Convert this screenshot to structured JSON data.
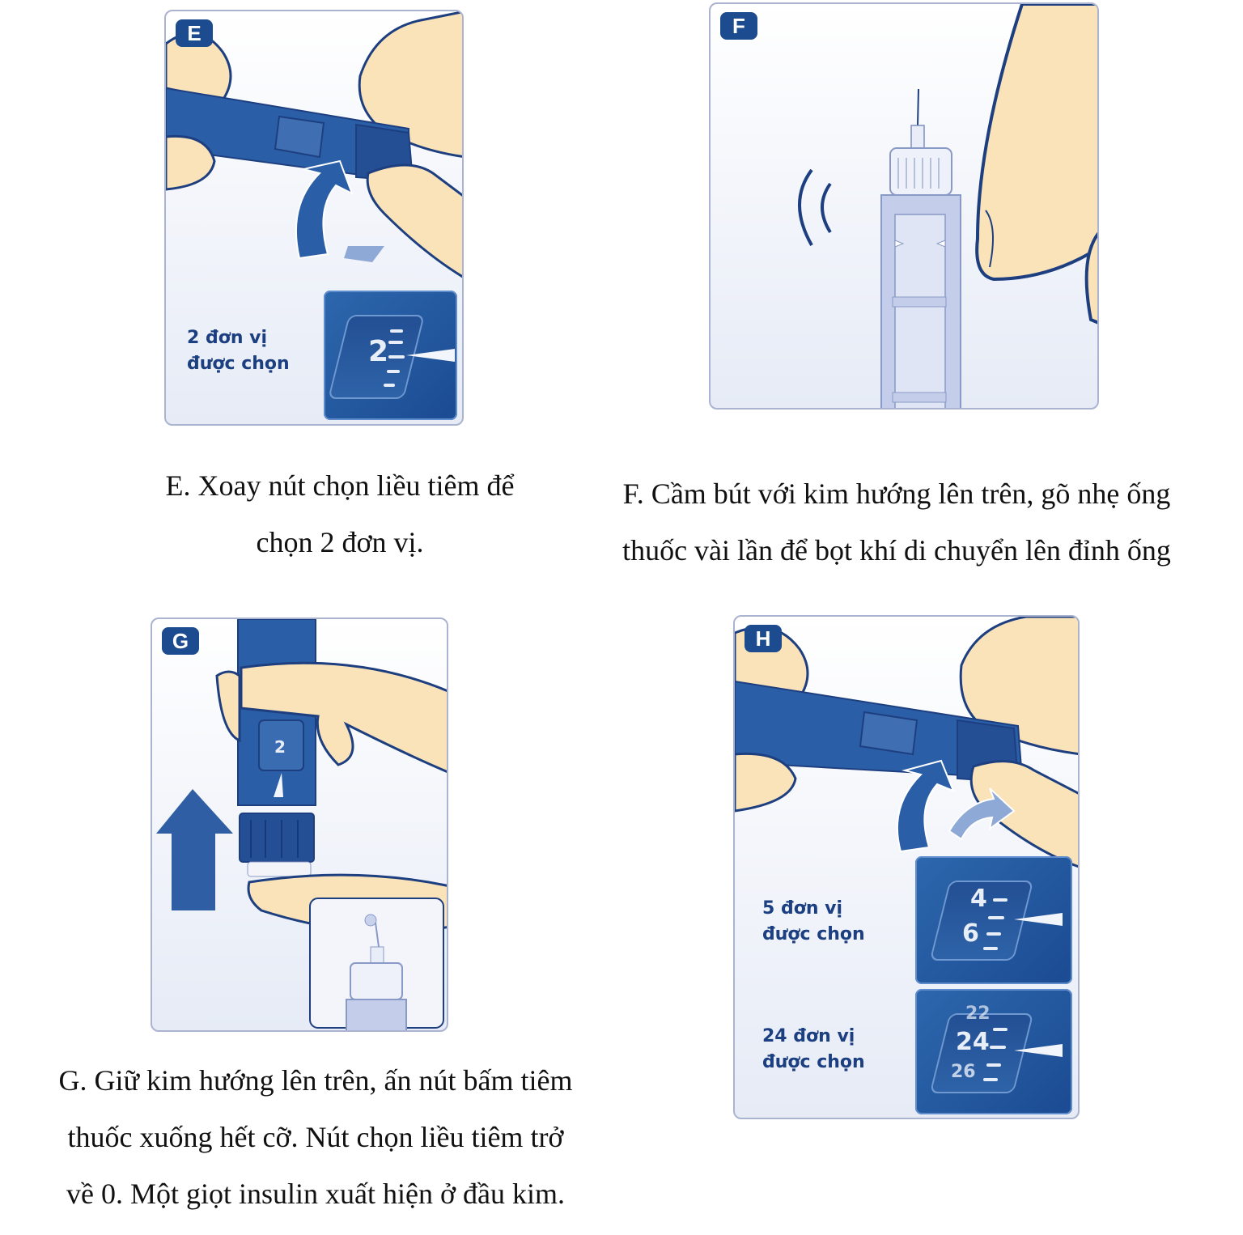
{
  "colors": {
    "brand_blue": "#1d4b8f",
    "pen_blue": "#2a5ea7",
    "skin": "#fbe3b9",
    "panel_bg": "#eef2fa",
    "panel_border": "#aab4d0"
  },
  "panels": {
    "e": {
      "badge": "E",
      "dose_label_line1": "2 đơn vị",
      "dose_label_line2": "được chọn",
      "dial_numbers": [
        "2"
      ],
      "caption_line1": "E. Xoay nút chọn liều tiêm để",
      "caption_line2": "chọn 2 đơn vị."
    },
    "f": {
      "badge": "F",
      "caption_line1": "F.  Cầm bút với kim hướng lên trên, gõ nhẹ ống",
      "caption_line2": "thuốc vài lần để bọt khí di chuyển lên đỉnh ống"
    },
    "g": {
      "badge": "G",
      "dial_numbers": [
        "2"
      ],
      "caption_line1": "G. Giữ kim hướng lên trên, ấn nút bấm tiêm",
      "caption_line2": "thuốc xuống hết cỡ. Nút chọn liều tiêm trở",
      "caption_line3": "về 0. Một giọt insulin xuất hiện ở đầu kim."
    },
    "h": {
      "badge": "H",
      "dose1_label_line1": "5 đơn vị",
      "dose1_label_line2": "được chọn",
      "dose1_numbers": [
        "4",
        "6"
      ],
      "dose2_label_line1": "24 đơn vị",
      "dose2_label_line2": "được chọn",
      "dose2_numbers": [
        "22",
        "24",
        "26"
      ]
    }
  }
}
